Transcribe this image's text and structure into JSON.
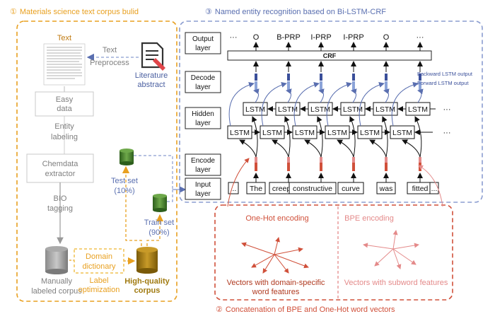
{
  "sections": {
    "s1": {
      "num": "①",
      "title": "Materials science text corpus bulid"
    },
    "s2": {
      "num": "②",
      "title": "Concatenation of BPE and One-Hot word vectors"
    },
    "s3": {
      "num": "③",
      "title": "Named entity recognition based on Bi-LSTM-CRF"
    }
  },
  "left": {
    "text_label": "Text",
    "text_preprocess_1": "Text",
    "text_preprocess_2": "Preprocess",
    "literature_1": "Literature",
    "literature_2": "abstract",
    "easy_1": "Easy",
    "easy_2": "data",
    "entity_1": "Entity",
    "entity_2": "labeling",
    "chem_1": "Chemdata",
    "chem_2": "extractor",
    "bio_1": "BIO",
    "bio_2": "tagging",
    "manual_1": "Manually",
    "manual_2": "labeled corpus",
    "domain_1": "Domain",
    "domain_2": "dictionary",
    "label_opt_1": "Label",
    "label_opt_2": "optimization",
    "hq_1": "High-quality",
    "hq_2": "corpus",
    "test_1": "Test set",
    "test_2": "(10%)",
    "train_1": "Train set",
    "train_2": "(90%)"
  },
  "layers": [
    "Output layer",
    "Decode layer",
    "Hidden layer",
    "Encode layer",
    "Input layer"
  ],
  "tags": [
    "···",
    "O",
    "B-PRP",
    "I-PRP",
    "I-PRP",
    "O",
    "···"
  ],
  "words": [
    "...",
    "The",
    "creep",
    "constructive",
    "curve",
    "was",
    "fitted",
    "..."
  ],
  "crf": "CRF",
  "lstm": "LSTM",
  "ellipsis": "···",
  "legend": {
    "backward": "Backward LSTM output",
    "forward": "Forward LSTM output"
  },
  "onehot": {
    "title": "One-Hot encoding",
    "desc_1": "Vectors with domain-specific",
    "desc_2": "word features"
  },
  "bpe": {
    "title": "BPE encoding",
    "desc": "Vectors with subword features"
  },
  "colors": {
    "orange": "#e8a020",
    "blue": "#5a6fb0",
    "red": "#d0503a",
    "pink": "#e48a8a",
    "green": "#3d7a2a",
    "olive": "#a07a10"
  }
}
